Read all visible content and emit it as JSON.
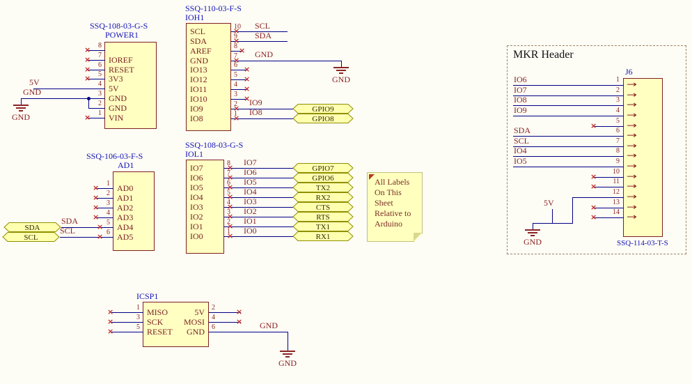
{
  "icons": {
    "no_erc": "×",
    "pin_arrow": "→"
  },
  "colors": {
    "wire": "#000084",
    "component_fill": "#ffffc2",
    "component_outline": "#7f1f1f",
    "net_text": "#8b2323",
    "designator_text": "#1414b8",
    "port_fill": "#ffffb0"
  },
  "power1": {
    "part": "SSQ-108-03-G-S",
    "ref": "POWER1",
    "pins": [
      {
        "num": "8",
        "name": ""
      },
      {
        "num": "7",
        "name": "IOREF"
      },
      {
        "num": "6",
        "name": "RESET"
      },
      {
        "num": "5",
        "name": "3V3"
      },
      {
        "num": "4",
        "name": "5V"
      },
      {
        "num": "3",
        "name": "GND"
      },
      {
        "num": "2",
        "name": "GND"
      },
      {
        "num": "1",
        "name": "VIN"
      }
    ],
    "net_5v": "5V",
    "net_gnd": "GND",
    "gnd_text": "GND"
  },
  "ioh1": {
    "part": "SSQ-110-03-F-S",
    "ref": "IOH1",
    "pins": [
      {
        "num": "10",
        "name": "SCL"
      },
      {
        "num": "9",
        "name": "SDA"
      },
      {
        "num": "8",
        "name": "AREF"
      },
      {
        "num": "7",
        "name": "GND"
      },
      {
        "num": "6",
        "name": "IO13"
      },
      {
        "num": "5",
        "name": "IO12"
      },
      {
        "num": "4",
        "name": "IO11"
      },
      {
        "num": "3",
        "name": "IO10"
      },
      {
        "num": "2",
        "name": "IO9"
      },
      {
        "num": "1",
        "name": "IO8"
      }
    ],
    "net_scl": "SCL",
    "net_sda": "SDA",
    "net_gnd": "GND",
    "net_io9": "IO9",
    "net_io8": "IO8",
    "gnd_text": "GND",
    "ports": [
      "GPIO9",
      "GPIO8"
    ]
  },
  "iol1": {
    "part": "SSQ-108-03-G-S",
    "ref": "IOL1",
    "pins": [
      {
        "num": "8",
        "name": "IO7"
      },
      {
        "num": "7",
        "name": "IO6"
      },
      {
        "num": "6",
        "name": "IO5"
      },
      {
        "num": "5",
        "name": "IO4"
      },
      {
        "num": "4",
        "name": "IO3"
      },
      {
        "num": "3",
        "name": "IO2"
      },
      {
        "num": "2",
        "name": "IO1"
      },
      {
        "num": "1",
        "name": "IO0"
      }
    ],
    "net_labels": [
      "IO7",
      "IO6",
      "IO5",
      "IO4",
      "IO3",
      "IO2",
      "IO1",
      "IO0"
    ],
    "ports": [
      "GPIO7",
      "GPIO6",
      "TX2",
      "RX2",
      "CTS",
      "RTS",
      "TX1",
      "RX1"
    ]
  },
  "ad1": {
    "part": "SSQ-106-03-F-S",
    "ref": "AD1",
    "pins": [
      {
        "num": "1",
        "name": "AD0"
      },
      {
        "num": "2",
        "name": "AD1"
      },
      {
        "num": "3",
        "name": "AD2"
      },
      {
        "num": "4",
        "name": "AD3"
      },
      {
        "num": "5",
        "name": "AD4"
      },
      {
        "num": "6",
        "name": "AD5"
      }
    ],
    "net_sda": "SDA",
    "net_scl": "SCL",
    "ports": [
      "SDA",
      "SCL"
    ]
  },
  "note": {
    "lines": [
      "All Labels",
      "On This",
      "Sheet",
      "Relative to",
      "Arduino"
    ]
  },
  "mkr": {
    "title": "MKR Header",
    "ref": "J6",
    "part": "SSQ-114-03-T-S",
    "pins": [
      {
        "num": "1",
        "label": "IO6"
      },
      {
        "num": "2",
        "label": "IO7"
      },
      {
        "num": "3",
        "label": "IO8"
      },
      {
        "num": "4",
        "label": "IO9"
      },
      {
        "num": "5",
        "label": ""
      },
      {
        "num": "6",
        "label": "SDA"
      },
      {
        "num": "7",
        "label": "SCL"
      },
      {
        "num": "8",
        "label": "IO4"
      },
      {
        "num": "9",
        "label": "IO5"
      },
      {
        "num": "10",
        "label": ""
      },
      {
        "num": "11",
        "label": ""
      },
      {
        "num": "12",
        "label": ""
      },
      {
        "num": "13",
        "label": ""
      },
      {
        "num": "14",
        "label": ""
      }
    ],
    "net_5v": "5V",
    "gnd_text": "GND"
  },
  "icsp1": {
    "ref": "ICSP1",
    "left_pins": [
      {
        "num": "1",
        "name": "MISO"
      },
      {
        "num": "3",
        "name": "SCK"
      },
      {
        "num": "5",
        "name": "RESET"
      }
    ],
    "right_pins": [
      {
        "num": "2",
        "name": "5V"
      },
      {
        "num": "4",
        "name": "MOSI"
      },
      {
        "num": "6",
        "name": "GND"
      }
    ],
    "net_gnd": "GND",
    "gnd_text": "GND"
  }
}
